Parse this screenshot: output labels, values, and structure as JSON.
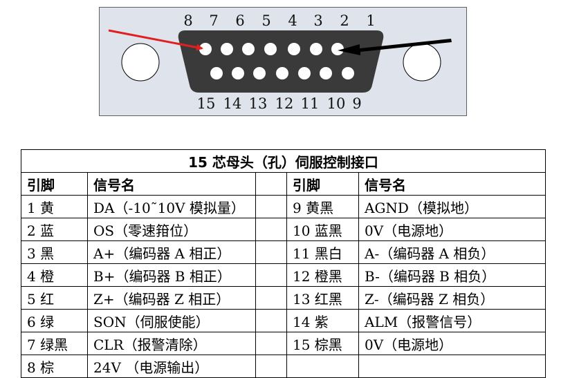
{
  "connector": {
    "top_pins": [
      "8",
      "7",
      "6",
      "5",
      "4",
      "3",
      "2",
      "1"
    ],
    "bottom_pins": [
      "15",
      "14",
      "13",
      "12",
      "11",
      "10",
      "9"
    ],
    "colors": {
      "panel": "#dfe3ec",
      "shell": "#3a3a3a",
      "red_arrow": "#e02020",
      "black_arrow": "#000000"
    }
  },
  "table": {
    "title": "15 芯母头（孔）伺服控制接口",
    "headers": {
      "pin": "引脚",
      "signal": "信号名"
    },
    "left_rows": [
      {
        "pin": "1 黄",
        "signal": "DA（-10˜10V 模拟量）"
      },
      {
        "pin": "2 蓝",
        "signal": "OS（零速箝位）"
      },
      {
        "pin": "3 黑",
        "signal": "A+（编码器 A 相正）"
      },
      {
        "pin": "4 橙",
        "signal": "B+（编码器 B 相正）"
      },
      {
        "pin": "5 红",
        "signal": "Z+（编码器 Z 相正）"
      },
      {
        "pin": "6 绿",
        "signal": "SON（伺服使能）"
      },
      {
        "pin": "7 绿黑",
        "signal": "CLR（报警清除）"
      },
      {
        "pin": "8 棕",
        "signal": "24V （电源输出）"
      }
    ],
    "right_rows": [
      {
        "pin": "9 黄黑",
        "signal": "AGND（模拟地）"
      },
      {
        "pin": "10 蓝黑",
        "signal": "0V（电源地）"
      },
      {
        "pin": "11 黑白",
        "signal": "A-（编码器 A 相负）"
      },
      {
        "pin": "12 橙黑",
        "signal": "B-（编码器 B 相负）"
      },
      {
        "pin": "13 红黑",
        "signal": "Z-（编码器 Z 相负）"
      },
      {
        "pin": "14 紫",
        "signal": "ALM（报警信号）"
      },
      {
        "pin": "15 棕黑",
        "signal": "0V（电源地）"
      },
      {
        "pin": "",
        "signal": ""
      }
    ]
  }
}
